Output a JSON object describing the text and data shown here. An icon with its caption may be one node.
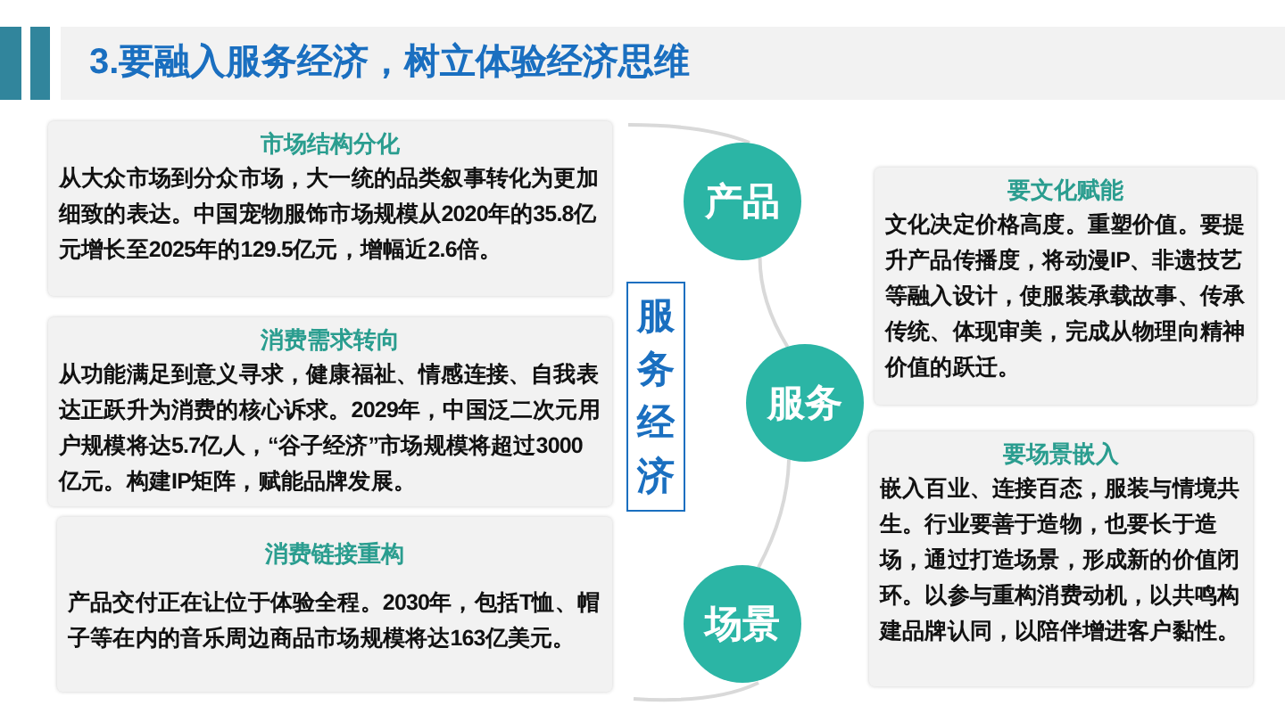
{
  "diagram": {
    "title": "3.要融入服务经济，树立体验经济思维",
    "nodes": [
      {
        "text": [
          "市场结构分化",
          "从大众市场到分众市场，大一统的品类叙事转化为更加细致的表达。中国宠物服饰市场规模从2020年的35.8亿元增长至2025年的129.5亿元，增幅近2.6倍。"
        ]
      },
      {
        "text": [
          "消费需求转向",
          "从功能满足到意义寻求，健康福祉、情感连接、自我表达正跃升为消费的核心诉求。2029年，中国泛二次元用户规模将达5.7亿人，“谷子经济”市场规模将超过3000亿元。构建IP矩阵，赋能品牌发展。"
        ]
      },
      {
        "text": [
          "消费链接重构",
          "产品交付正在让位于体验全程。2030年，包括T恤、帽子等在内的音乐周边商品市场规模将达163亿美元。"
        ]
      },
      {
        "text": [
          "服务经济"
        ]
      },
      {
        "text": [
          "产品"
        ]
      },
      {
        "text": [
          "服务"
        ]
      },
      {
        "text": [
          "场景"
        ]
      },
      {
        "text": [
          "要文化赋能",
          "文化决定价格高度。重塑价值。要提升产品传播度，将动漫IP、非遗技艺等融入设计，使服装承载故事、传承传统、体现审美，完成从物理向精神价值的跃迁。"
        ]
      },
      {
        "text": [
          "要场景嵌入",
          "嵌入百业、连接百态，服装与情境共生。行业要善于造物，也要长于造场，通过打造场景，形成新的价值闭环。以参与重构消费动机，以共鸣构建品牌认同，以陪伴增进客户黏性。"
        ]
      }
    ],
    "edges": [
      {
        "from": 4,
        "to": 5,
        "arrow": "none"
      },
      {
        "from": 5,
        "to": 6,
        "arrow": "none"
      }
    ]
  }
}
